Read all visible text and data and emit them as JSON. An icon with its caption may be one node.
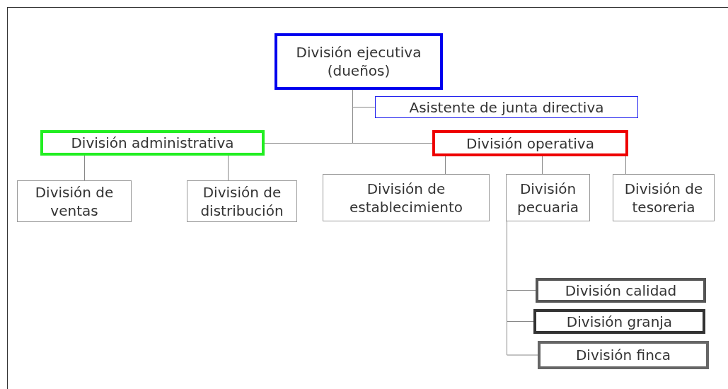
{
  "diagram": {
    "nodes": [
      {
        "text": [
          "División ejecutiva (dueños)"
        ]
      },
      {
        "text": [
          "Asistente de junta directiva"
        ]
      },
      {
        "text": [
          "División administrativa"
        ]
      },
      {
        "text": [
          "División operativa"
        ]
      },
      {
        "text": [
          "División de ventas"
        ]
      },
      {
        "text": [
          "División de distribución"
        ]
      },
      {
        "text": [
          "División de establecimiento"
        ]
      },
      {
        "text": [
          "División pecuaria"
        ]
      },
      {
        "text": [
          "División de tesoreria"
        ]
      },
      {
        "text": [
          "División calidad"
        ]
      },
      {
        "text": [
          "División granja"
        ]
      },
      {
        "text": [
          "División finca"
        ]
      }
    ],
    "edges": [
      {
        "from": 0,
        "to": 1,
        "arrow": "none"
      },
      {
        "from": 0,
        "to": 2,
        "arrow": "none"
      },
      {
        "from": 0,
        "to": 3,
        "arrow": "none"
      },
      {
        "from": 2,
        "to": 4,
        "arrow": "none"
      },
      {
        "from": 2,
        "to": 5,
        "arrow": "none"
      },
      {
        "from": 3,
        "to": 6,
        "arrow": "none"
      },
      {
        "from": 3,
        "to": 7,
        "arrow": "none"
      },
      {
        "from": 3,
        "to": 8,
        "arrow": "none"
      },
      {
        "from": 7,
        "to": 9,
        "arrow": "none"
      },
      {
        "from": 7,
        "to": 10,
        "arrow": "none"
      },
      {
        "from": 7,
        "to": 11,
        "arrow": "none"
      }
    ]
  }
}
